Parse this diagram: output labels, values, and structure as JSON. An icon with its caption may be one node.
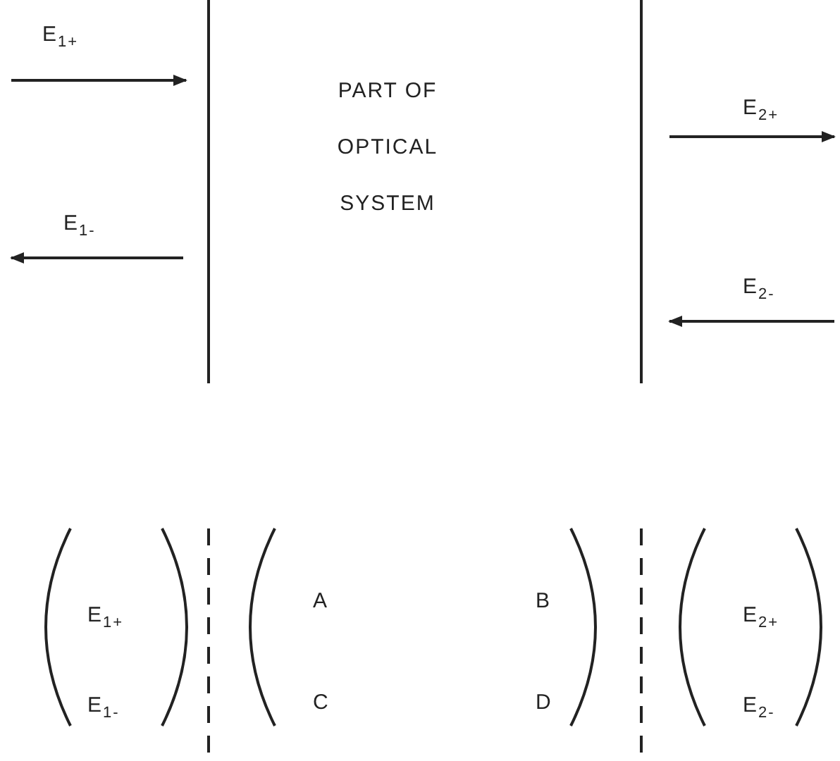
{
  "diagram": {
    "labels": [
      "E$_{1+}$",
      "PART OF OPTICAL SYSTEM",
      "E$_{2+}$",
      "E$_{1-}$",
      "E$_{2-}$",
      "E$_{1+}$",
      "A",
      "B",
      "E$_{2+}$",
      "E$_{1-}$",
      "C",
      "D",
      "E$_{2-}$"
    ]
  }
}
